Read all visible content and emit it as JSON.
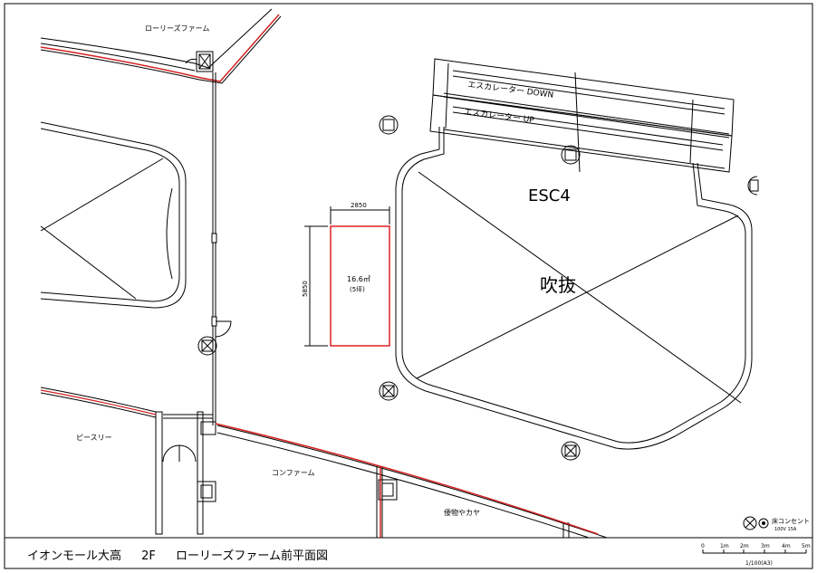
{
  "labels": {
    "laurie_top": "ローリーズファーム",
    "escalator_down": "エスカレーター DOWN",
    "escalator_up": "エスカレーター UP",
    "esc4": "ESC4",
    "void": "吹抜",
    "dim_width": "2850",
    "dim_height": "5850",
    "area_m2": "16.6㎡",
    "area_tsubo": "(5坪)",
    "peace_slea": "ピースリー",
    "comfarm": "コンファーム",
    "tenant_right": "倭物やカヤ"
  },
  "legend": {
    "outlet_label": "床コンセント",
    "outlet_spec": "100V 15A"
  },
  "scale": {
    "ticks": [
      "0",
      "1m",
      "2m",
      "3m",
      "4m",
      "5m"
    ],
    "ratio": "1/100(A3)"
  },
  "title_block": {
    "mall": "イオンモール大高",
    "floor": "2F",
    "drawing": "ローリーズファーム前平面図"
  },
  "colors": {
    "line": "#000000",
    "boundary_red": "#d42020",
    "area_red": "#e02020"
  }
}
